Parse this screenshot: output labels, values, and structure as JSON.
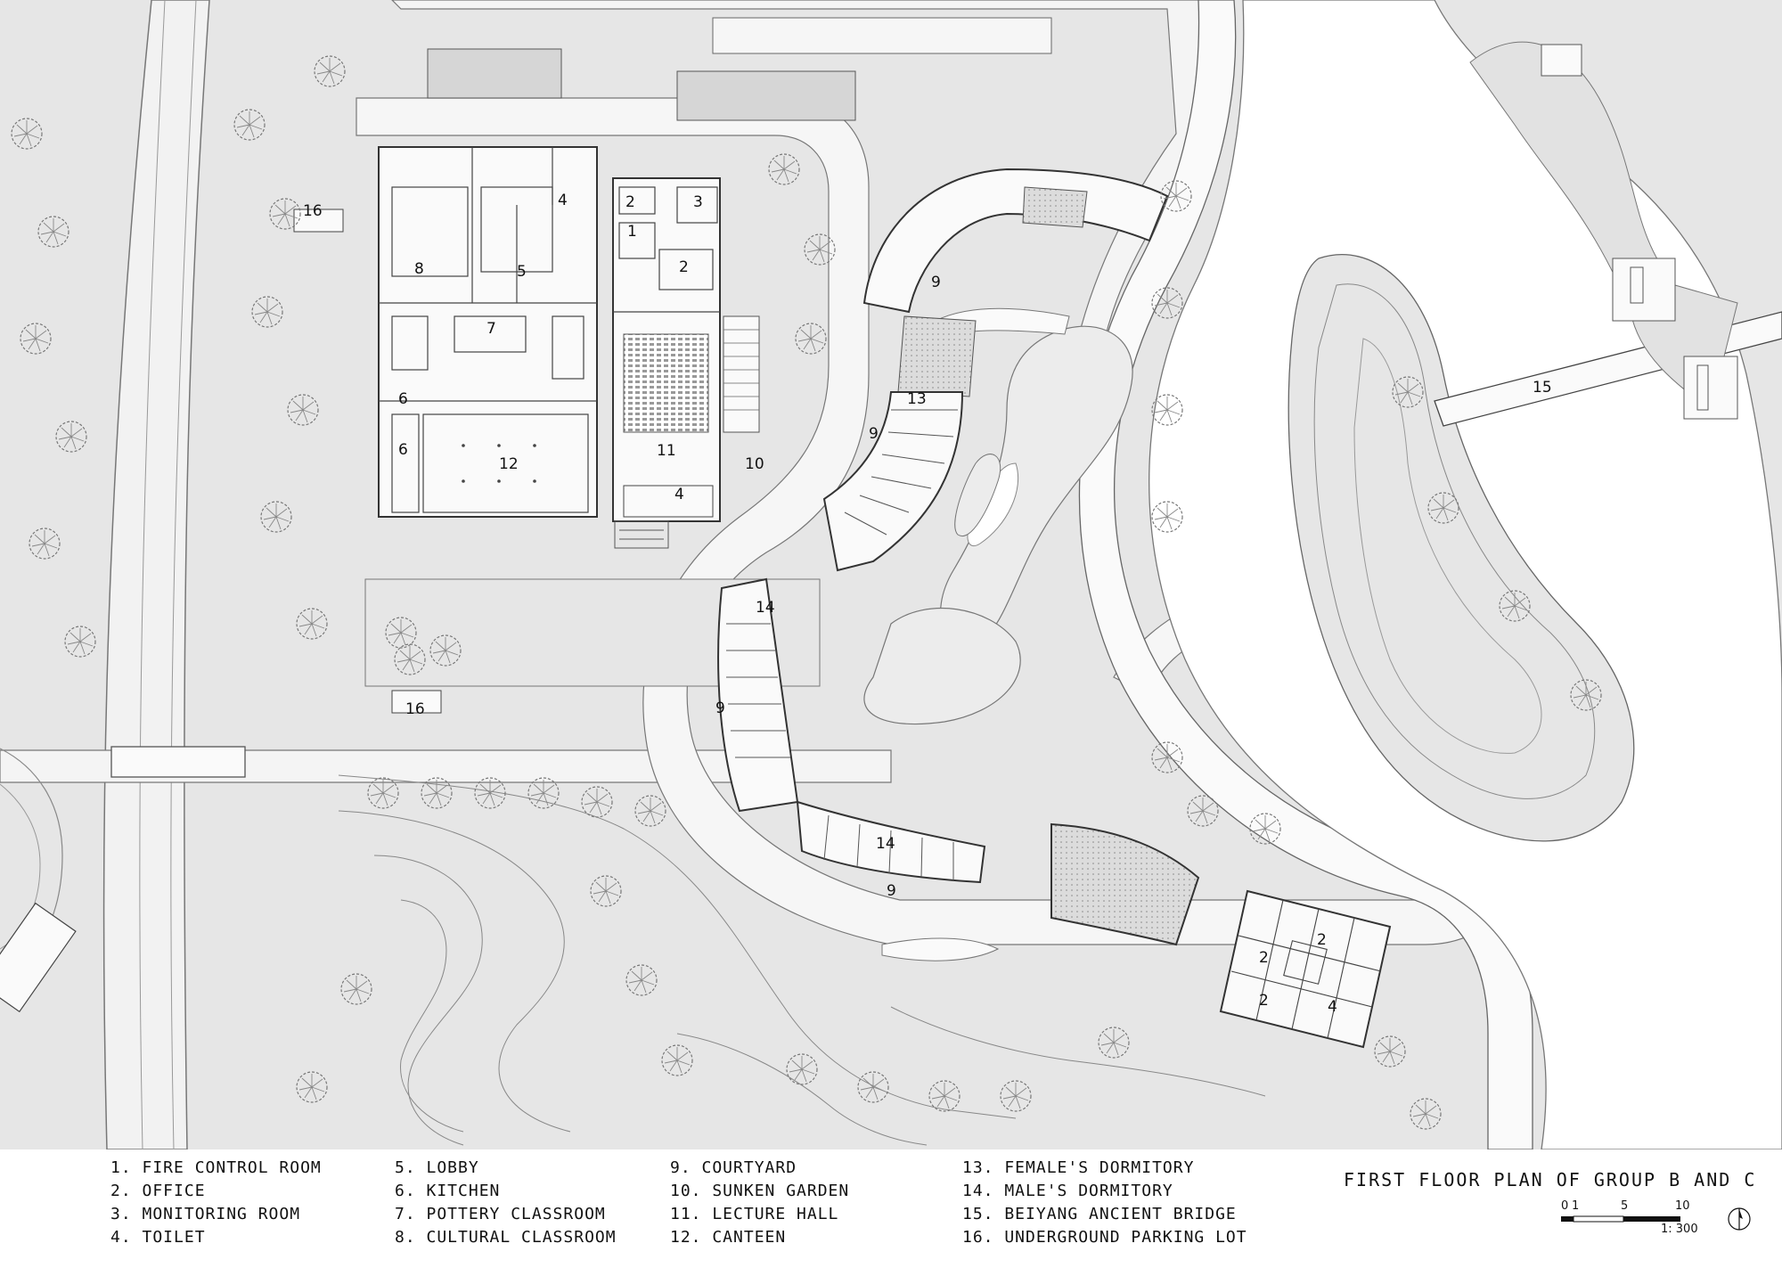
{
  "plan_labels": {
    "r16_nw": "16",
    "r16_sw": "16",
    "r1": "1",
    "r2_a": "2",
    "r2_b": "2",
    "r3": "3",
    "r4_a": "4",
    "r4_b": "4",
    "r5": "5",
    "r6_a": "6",
    "r6_b": "6",
    "r7": "7",
    "r8": "8",
    "r9_a": "9",
    "r9_b": "9",
    "r9_c": "9",
    "r9_d": "9",
    "r10": "10",
    "r11": "11",
    "r12": "12",
    "r13": "13",
    "r14_a": "14",
    "r14_b": "14",
    "r15": "15",
    "r2_c": "2",
    "r2_d": "2",
    "r2_e": "2",
    "r4_c": "4"
  },
  "legend": {
    "col1": [
      "1. FIRE CONTROL ROOM",
      "2. OFFICE",
      "3. MONITORING ROOM",
      "4. TOILET"
    ],
    "col2": [
      "5. LOBBY",
      "6. KITCHEN",
      "7. POTTERY CLASSROOM",
      "8. CULTURAL CLASSROOM"
    ],
    "col3": [
      "9. COURTYARD",
      "10. SUNKEN GARDEN",
      "11. LECTURE HALL",
      "12. CANTEEN"
    ],
    "col4": [
      "13. FEMALE'S DORMITORY",
      "14. MALE'S DORMITORY",
      "15. BEIYANG ANCIENT BRIDGE",
      "16. UNDERGROUND PARKING LOT"
    ]
  },
  "title": "FIRST FLOOR PLAN OF GROUP B AND C",
  "scale": {
    "ticks": [
      "0",
      "1",
      "5",
      "10"
    ],
    "ratio": "1: 300"
  },
  "colors": {
    "ground": "#e6e6e6",
    "building": "#ffffff",
    "line": "#555555"
  }
}
